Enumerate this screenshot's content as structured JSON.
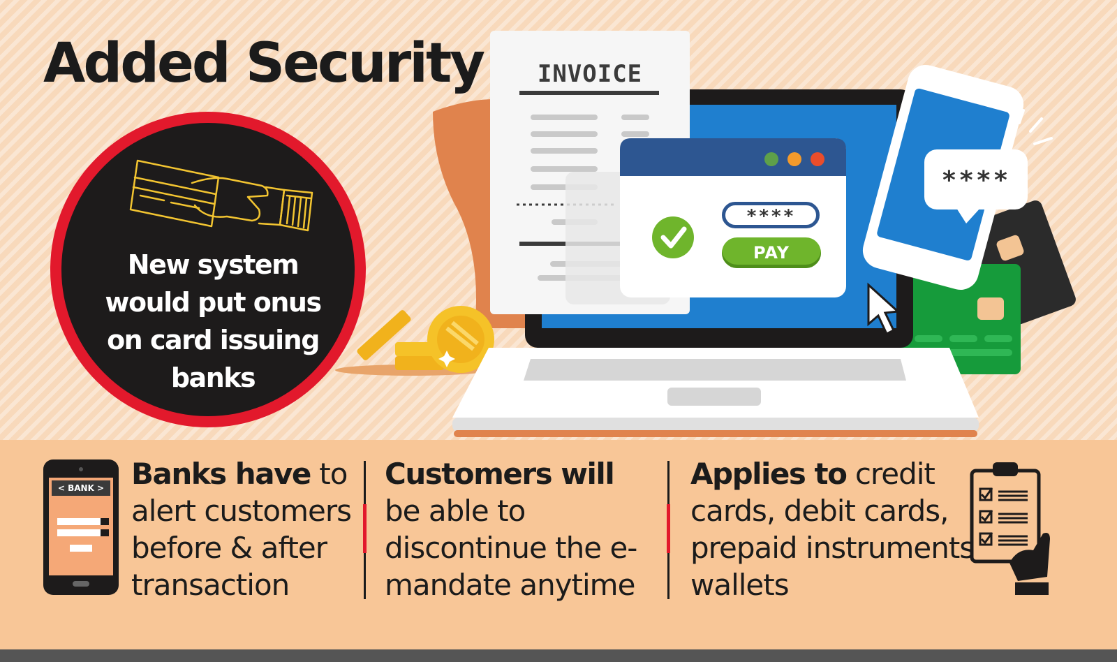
{
  "header": {
    "title": "Added Security"
  },
  "highlight": {
    "lines": [
      "New system",
      "would put onus",
      "on card issuing",
      "banks"
    ]
  },
  "illustration": {
    "invoice_title": "INVOICE",
    "password_mask": "****",
    "pay_label": "PAY",
    "otp_mask": "****",
    "icons": [
      "card-in-hand-icon",
      "invoice-icon",
      "laptop-icon",
      "smartphone-icon",
      "coins-icon",
      "credit-card-icon",
      "check-icon",
      "cursor-icon"
    ]
  },
  "points": [
    {
      "bold": "Banks have",
      "rest": " to alert customers before & after transaction",
      "icon": "bank-phone-icon",
      "icon_label": "< BANK >"
    },
    {
      "bold": "Customers will",
      "rest": " be able to discontinue the e-mandate anytime"
    },
    {
      "bold": "Applies to",
      "rest": " credit cards, debit cards, prepaid instruments & wallets",
      "icon": "checklist-icon"
    }
  ],
  "colors": {
    "accent_red": "#e2192c",
    "peach": "#f8c697",
    "dark": "#1d1b1b",
    "pay_green": "#6fb52c",
    "screen_blue": "#1f7fcf"
  }
}
